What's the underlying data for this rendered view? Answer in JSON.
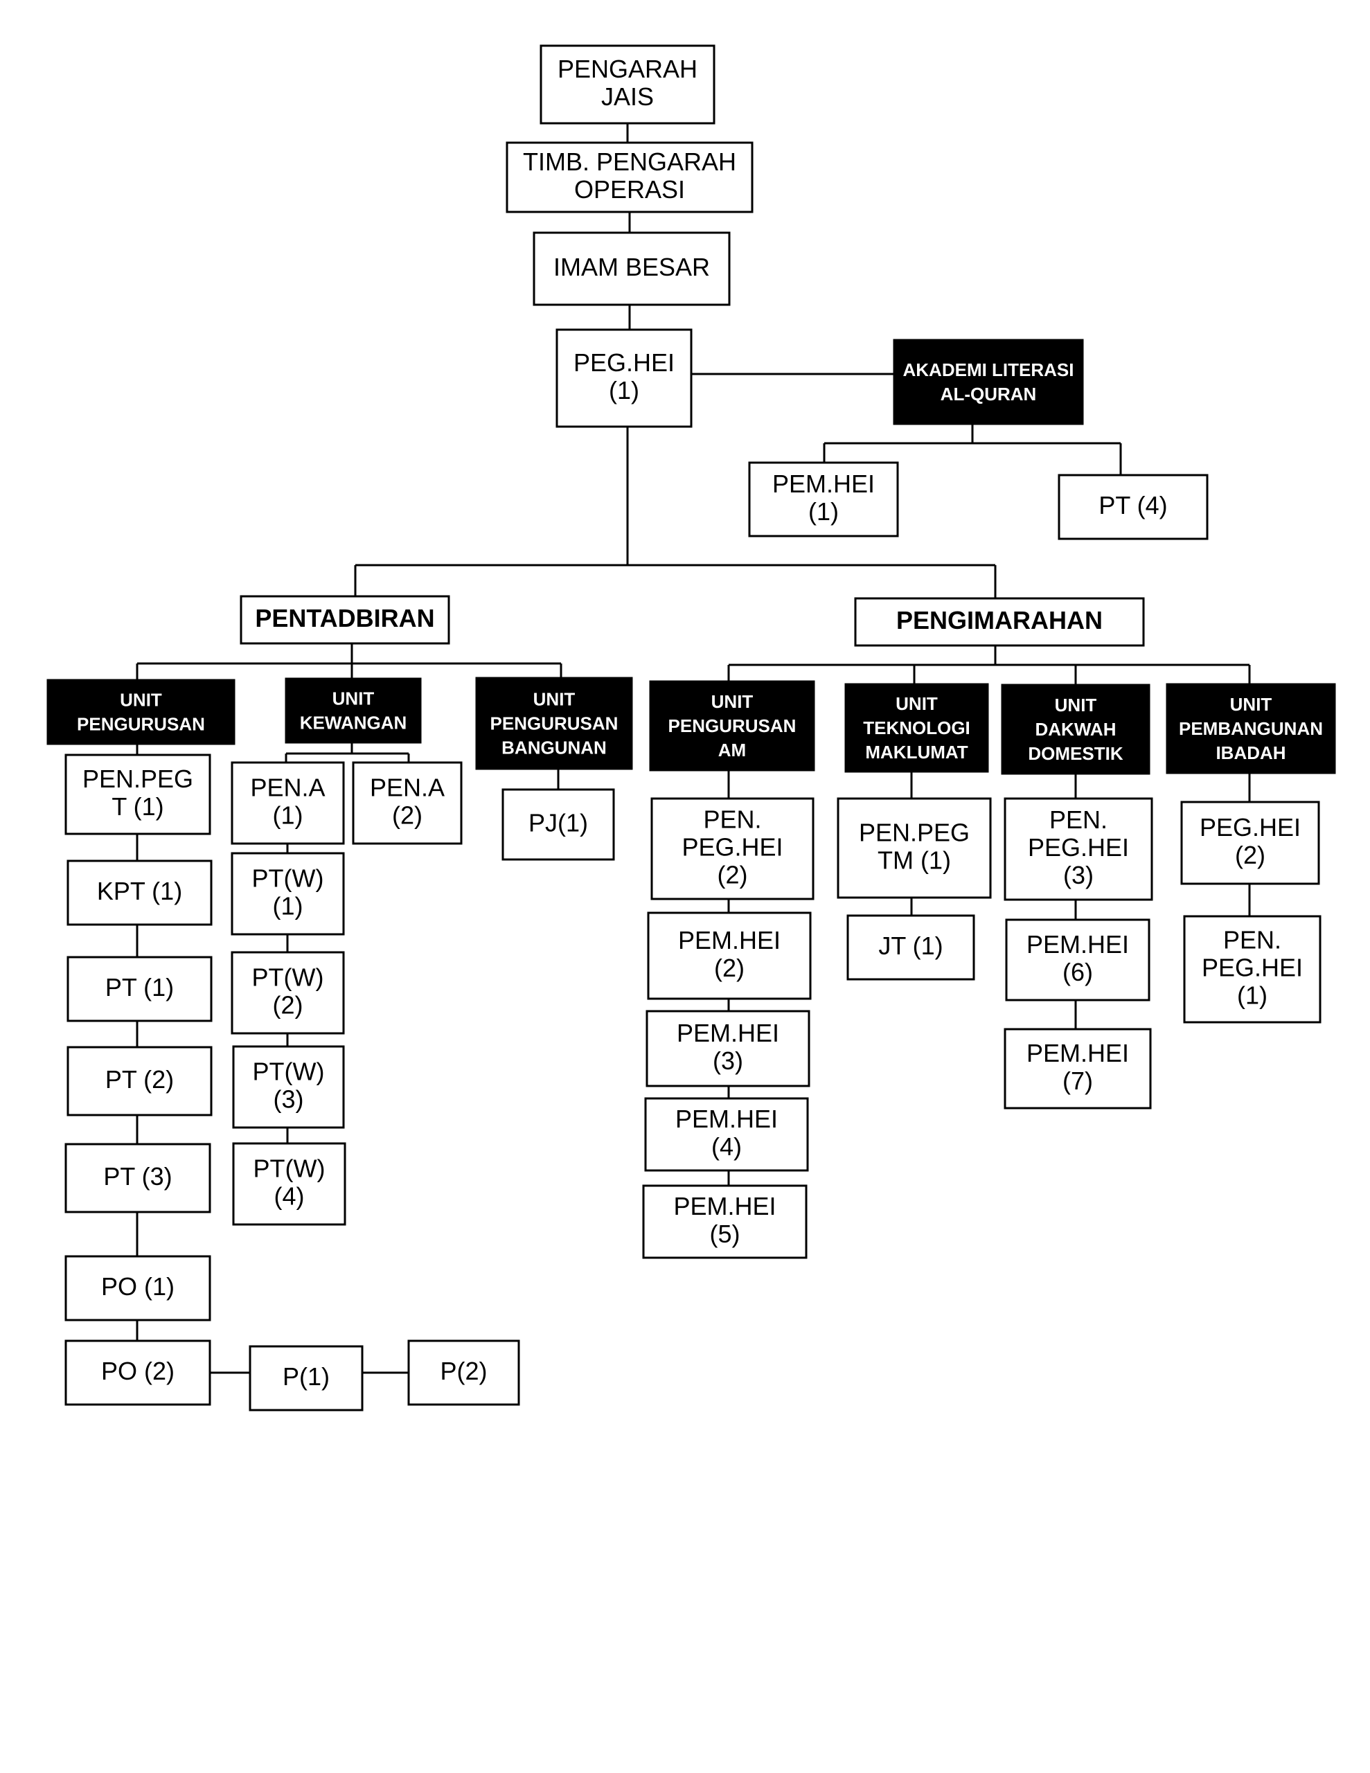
{
  "colors": {
    "box_fill": "#ffffff",
    "box_stroke": "#000000",
    "unit_fill": "#000000",
    "unit_text": "#ffffff"
  },
  "nodes": {
    "pengarah": [
      "PENGARAH",
      "JAIS"
    ],
    "timb_pengarah": [
      "TIMB. PENGARAH",
      "OPERASI"
    ],
    "imam_besar": [
      "IMAM BESAR"
    ],
    "peg_hei": [
      "PEG.HEI",
      "(1)"
    ],
    "akademi": [
      "AKADEMI LITERASI",
      "AL-QURAN"
    ],
    "akademi_pem_hei": [
      "PEM.HEI",
      "(1)"
    ],
    "akademi_pt": [
      "PT (4)"
    ],
    "pentadbiran": [
      "PENTADBIRAN"
    ],
    "pengimarahan": [
      "PENGIMARAHAN"
    ],
    "unit_pengurusan": [
      "UNIT",
      "PENGURUSAN"
    ],
    "unit_kewangan": [
      "UNIT",
      "KEWANGAN"
    ],
    "unit_pengurusan_bangunan": [
      "UNIT",
      "PENGURUSAN",
      "BANGUNAN"
    ],
    "pen_pegt": [
      "PEN.PEG",
      "T (1)"
    ],
    "kpt1": [
      "KPT (1)"
    ],
    "pt1": [
      "PT (1)"
    ],
    "pt2": [
      "PT (2)"
    ],
    "pt3": [
      "PT (3)"
    ],
    "po1": [
      "PO (1)"
    ],
    "po2": [
      "PO (2)"
    ],
    "p1": [
      "P(1)"
    ],
    "p2": [
      "P(2)"
    ],
    "pen_a1": [
      "PEN.A",
      "(1)"
    ],
    "pen_a2": [
      "PEN.A",
      "(2)"
    ],
    "ptw1": [
      "PT(W)",
      "(1)"
    ],
    "ptw2": [
      "PT(W)",
      "(2)"
    ],
    "ptw3": [
      "PT(W)",
      "(3)"
    ],
    "ptw4": [
      "PT(W)",
      "(4)"
    ],
    "pj1": [
      "PJ(1)"
    ],
    "unit_pengurusan_am": [
      "UNIT",
      "PENGURUSAN",
      "AM"
    ],
    "unit_teknologi": [
      "UNIT",
      "TEKNOLOGI",
      "MAKLUMAT"
    ],
    "unit_dakwah": [
      "UNIT",
      "DAKWAH",
      "DOMESTIK"
    ],
    "unit_pembangunan": [
      "UNIT",
      "PEMBANGUNAN",
      "IBADAH"
    ],
    "am_pen_peg_hei2": [
      "PEN.",
      "PEG.HEI",
      "(2)"
    ],
    "am_pem_hei2": [
      "PEM.HEI",
      "(2)"
    ],
    "am_pem_hei3": [
      "PEM.HEI",
      "(3)"
    ],
    "am_pem_hei4": [
      "PEM.HEI",
      "(4)"
    ],
    "am_pem_hei5": [
      "PEM.HEI",
      "(5)"
    ],
    "tm_pen_pegtm": [
      "PEN.PEG",
      "TM (1)"
    ],
    "tm_jt1": [
      "JT (1)"
    ],
    "dk_pen_peg_hei3": [
      "PEN.",
      "PEG.HEI",
      "(3)"
    ],
    "dk_pem_hei6": [
      "PEM.HEI",
      "(6)"
    ],
    "dk_pem_hei7": [
      "PEM.HEI",
      "(7)"
    ],
    "pb_peg_hei2": [
      "PEG.HEI",
      "(2)"
    ],
    "pb_pen_peg_hei1": [
      "PEN.",
      "PEG.HEI",
      "(1)"
    ]
  }
}
